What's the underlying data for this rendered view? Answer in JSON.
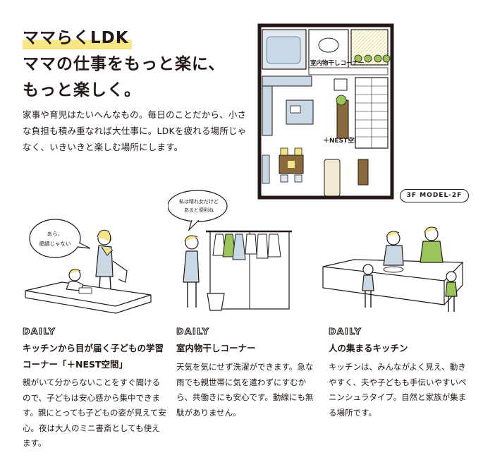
{
  "headline": {
    "line1": "ママらくLDK",
    "line2": "ママの仕事をもっと楽に、",
    "line3": "もっと楽しく。"
  },
  "intro": "家事や育児はたいへんなもの。毎日のことだから、小さな負担も積み重なれば大仕事に。LDKを疲れる場所じゃなく、いきいきと楽しむ場所にします。",
  "floorplan": {
    "label_drying": "室内物干しコーナー",
    "label_nest": "＋NEST空間",
    "model_tag": "3F MODEL-2F"
  },
  "bubbles": {
    "study": "あら、\n順調じゃない",
    "drying": "私は晴れ女だけど\nあると便利ね"
  },
  "columns": [
    {
      "tag": "DAILY",
      "title": "キッチンから目が届く子どもの学習コーナー「＋NEST空間」",
      "body": "親がいて分からないことをすぐ聞けるので、子どもは安心感から集中できます。親にとっても子どもの姿が見えて安心。夜は大人のミニ書斎としても使えます。"
    },
    {
      "tag": "DAILY",
      "title": "室内物干しコーナー",
      "body": "天気を気にせず洗濯ができます。急な雨でも親世帯に気を遣わずにすむから、共働きにも安心です。動線にも無駄がありません。"
    },
    {
      "tag": "DAILY",
      "title": "人の集まるキッチン",
      "body": "キッチンは、みんながよく見え、動きやすく、夫や子どもも手伝いやすいペニンシュラタイプ。自然と家族が集まる場所です。"
    }
  ]
}
